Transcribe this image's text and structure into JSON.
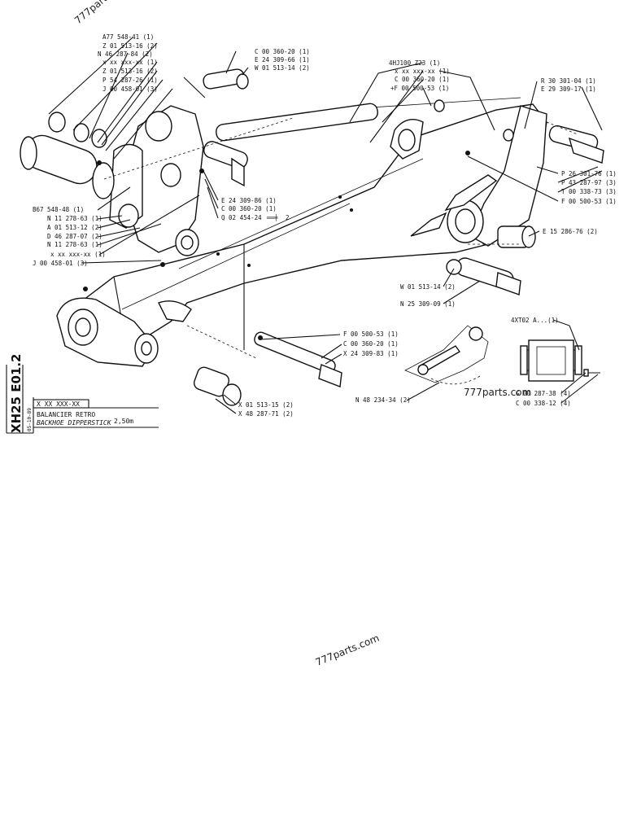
{
  "watermarks": {
    "top_left": "777part",
    "inline": "777parts.com",
    "bottom": "777parts.com"
  },
  "side_tab": {
    "code": "XH25 E01.2",
    "date": "05-10-89"
  },
  "title_block": {
    "ref": "X XX XXX-XX",
    "title_fr": "BALANCIER RETRO",
    "title_en": "BACKHOE DIPPERSTICK",
    "size": "2,50m"
  },
  "callouts": [
    "A77 548-41 (1)",
    "Z 01 513-16 (2)",
    "N 46 287-84 (2)",
    "x xx xxx-xx (1)",
    "Z 01 513-16 (2)",
    "P 54 287-26 (1)",
    "J 00 458-01 (3)",
    "C 00 360-20 (1)",
    "E 24 309-66 (1)",
    "W 01 513-14 (2)",
    "4HJ100 Z23 (1)",
    "x xx xxx-xx (1)",
    "C 00 360-20 (1)",
    "+F 00 500-53 (1)",
    "R 30 301-04 (1)",
    "E 29 309-17 (1)",
    "P 26 301-76 (1)",
    "P 43 287-97 (3)",
    "T 00 338-73 (3)",
    "F 00 500-53 (1)",
    "E 15 286-76 (2)",
    "E 24 309-86 (1)",
    "C 00 360-20 (1)",
    "Q 02 454-24",
    "2",
    "B67 548-48 (1)",
    "N 11 278-63 (1)",
    "A 01 513-12 (2)",
    "D 46 287-07 (2)",
    "N 11 278-63 (1)",
    "x xx xxx-xx (1)",
    "J 00 458-01 (3)",
    "W 01 513-14 (2)",
    "N 25 309-09 (1)",
    "F 00 500-53 (1)",
    "C 00 360-20 (1)",
    "X 24 309-83 (1)",
    "4XT02 A...(1)",
    "N 48 234-34 (2)",
    "X 01 513-15 (2)",
    "X 48 287-71 (2)",
    "G 00 287-38 (4)",
    "C 00 338-12 (4)"
  ]
}
